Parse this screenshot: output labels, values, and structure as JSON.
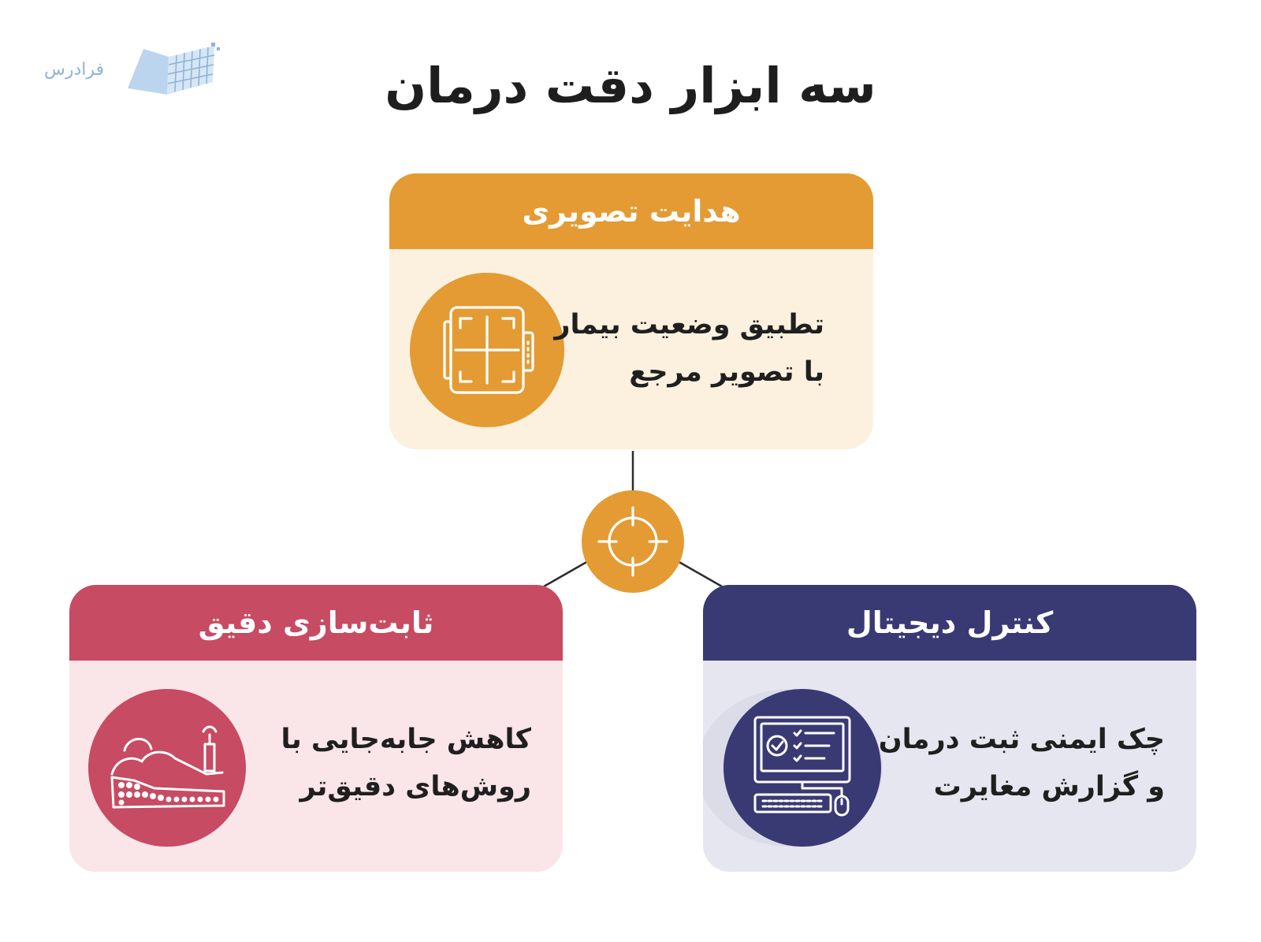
{
  "logo": {
    "text": "فرادرس"
  },
  "title": "سه ابزار دقت درمان",
  "cards": {
    "top": {
      "title": "هدایت تصویری",
      "lines": [
        "تطبیق وضعیت بیمار",
        "با تصویر مرجع"
      ],
      "icon": "imaging-panel-icon",
      "color": "#e49b33"
    },
    "left": {
      "title": "ثابت‌سازی دقیق",
      "lines": [
        "کاهش جابه‌جایی با",
        "روش‌های دقیق‌تر"
      ],
      "icon": "patient-immobilization-icon",
      "color": "#c74b62"
    },
    "right": {
      "title": "کنترل دیجیتال",
      "lines": [
        "چک ایمنی ثبت درمان",
        "و گزارش مغایرت"
      ],
      "icon": "computer-checklist-icon",
      "color": "#393a73"
    }
  },
  "center": {
    "icon": "crosshair-target-icon",
    "color": "#e49b33"
  }
}
